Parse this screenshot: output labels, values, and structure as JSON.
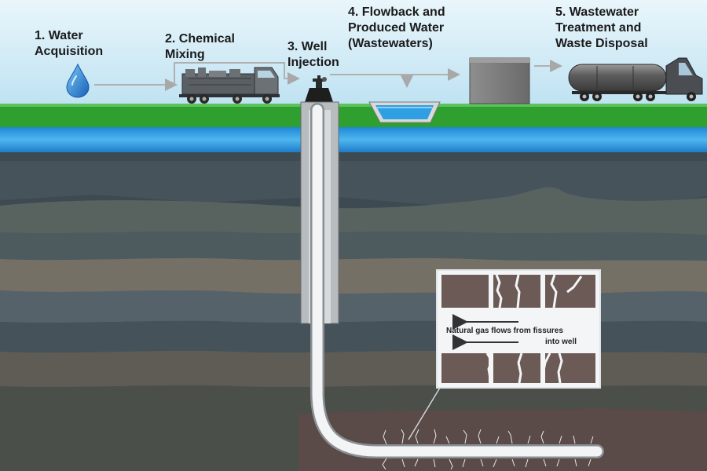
{
  "stages": [
    {
      "id": "water-acquisition",
      "label": "1. Water\nAcquisition"
    },
    {
      "id": "chemical-mixing",
      "label": "2. Chemical\nMixing"
    },
    {
      "id": "well-injection",
      "label": "3. Well\nInjection"
    },
    {
      "id": "flowback",
      "label": "4. Flowback and\nProduced Water\n(Wastewaters)"
    },
    {
      "id": "wastewater-treatment",
      "label": "5. Wastewater\nTreatment and\nWaste Disposal"
    }
  ],
  "inset": {
    "caption_line1": "Natural gas flows from fissures",
    "caption_line2": "into well"
  },
  "icons": [
    "water-drop-icon",
    "mixing-truck-icon",
    "wellhead-icon",
    "flowback-pit-icon",
    "treatment-tank-icon",
    "tanker-truck-icon"
  ],
  "colors": {
    "sky": "#cfe9f5",
    "grass": "#2f9f2f",
    "aquifer": "#3aa0e0",
    "flow_arrow": "#b0b0b0",
    "fissure": "#e8eef0"
  }
}
